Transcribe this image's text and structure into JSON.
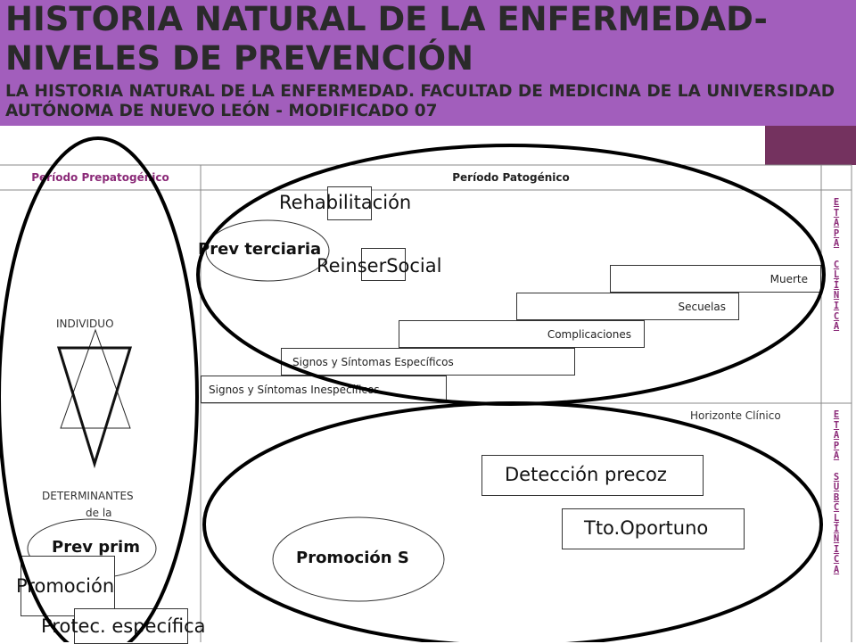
{
  "header": {
    "title": "HISTORIA NATURAL DE LA ENFERMEDAD- NIVELES DE PREVENCIÓN",
    "subtitle": "LA HISTORIA NATURAL DE LA ENFERMEDAD. FACULTAD DE MEDICINA DE LA UNIVERSIDAD AUTÓNOMA DE NUEVO LEÓN - MODIFICADO 07"
  },
  "table": {
    "col_prepatogenico": "Período Prepatogénico",
    "col_patogenico": "Período Patogénico",
    "etapa_clinica": "E\nT\nA\nP\nA\n\nC\nL\nÍ\nN\nI\nC\nA",
    "etapa_subclinica": "E\nT\nA\nP\nA\n\nS\nU\nB\nC\nL\nÍ\nN\nI\nC\nA",
    "horizonte": "Horizonte Clínico"
  },
  "left_panel": {
    "individuo": "INDIVIDUO",
    "determinantes": "DETERMINANTES",
    "de_la": "de la"
  },
  "stairs": {
    "muerte": "Muerte",
    "secuelas": "Secuelas",
    "complicaciones": "Complicaciones",
    "especificos": "Signos y Síntomas Específicos",
    "inespecificos": "Signos y Síntomas Inespecíficos"
  },
  "labels": {
    "rehabilitacion": "Rehabilitación",
    "reinser": "ReinserSocial",
    "prev_terciaria": "Prev terciaria",
    "prev_prim": "Prev prim",
    "promocion": "Promoción",
    "protec": "Protec. específica",
    "deteccion": "Detección precoz",
    "tto": "Tto.Oportuno",
    "promocion_s": "Promoción S"
  },
  "colors": {
    "header_bg": "#a25ebc",
    "accent": "#8b2a78",
    "deco": "#74325f"
  }
}
